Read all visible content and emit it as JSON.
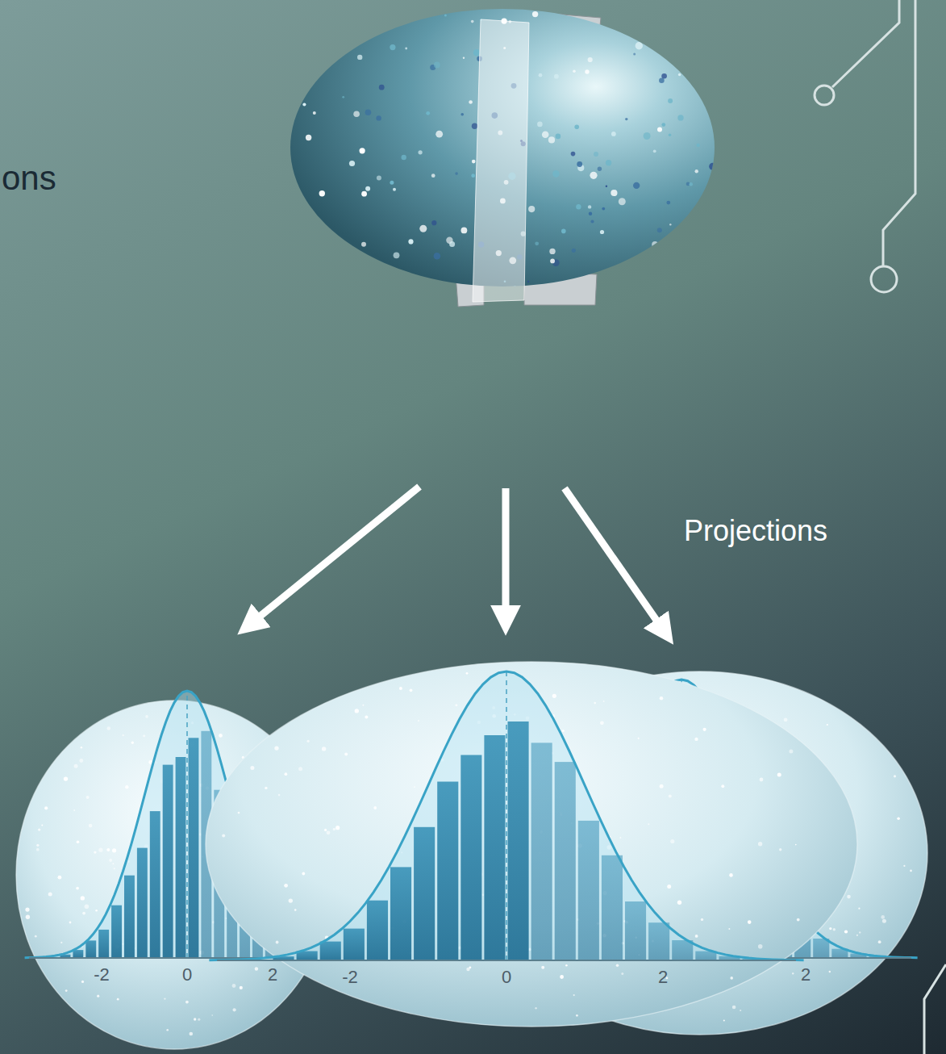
{
  "diagram": {
    "nodes": [
      {
        "text": [
          "-2",
          "0",
          "2"
        ]
      },
      {
        "text": [
          "-2",
          "0",
          "2"
        ]
      },
      {
        "text": [
          "2"
        ]
      }
    ],
    "labels": [
      "ons",
      "Projections"
    ]
  }
}
